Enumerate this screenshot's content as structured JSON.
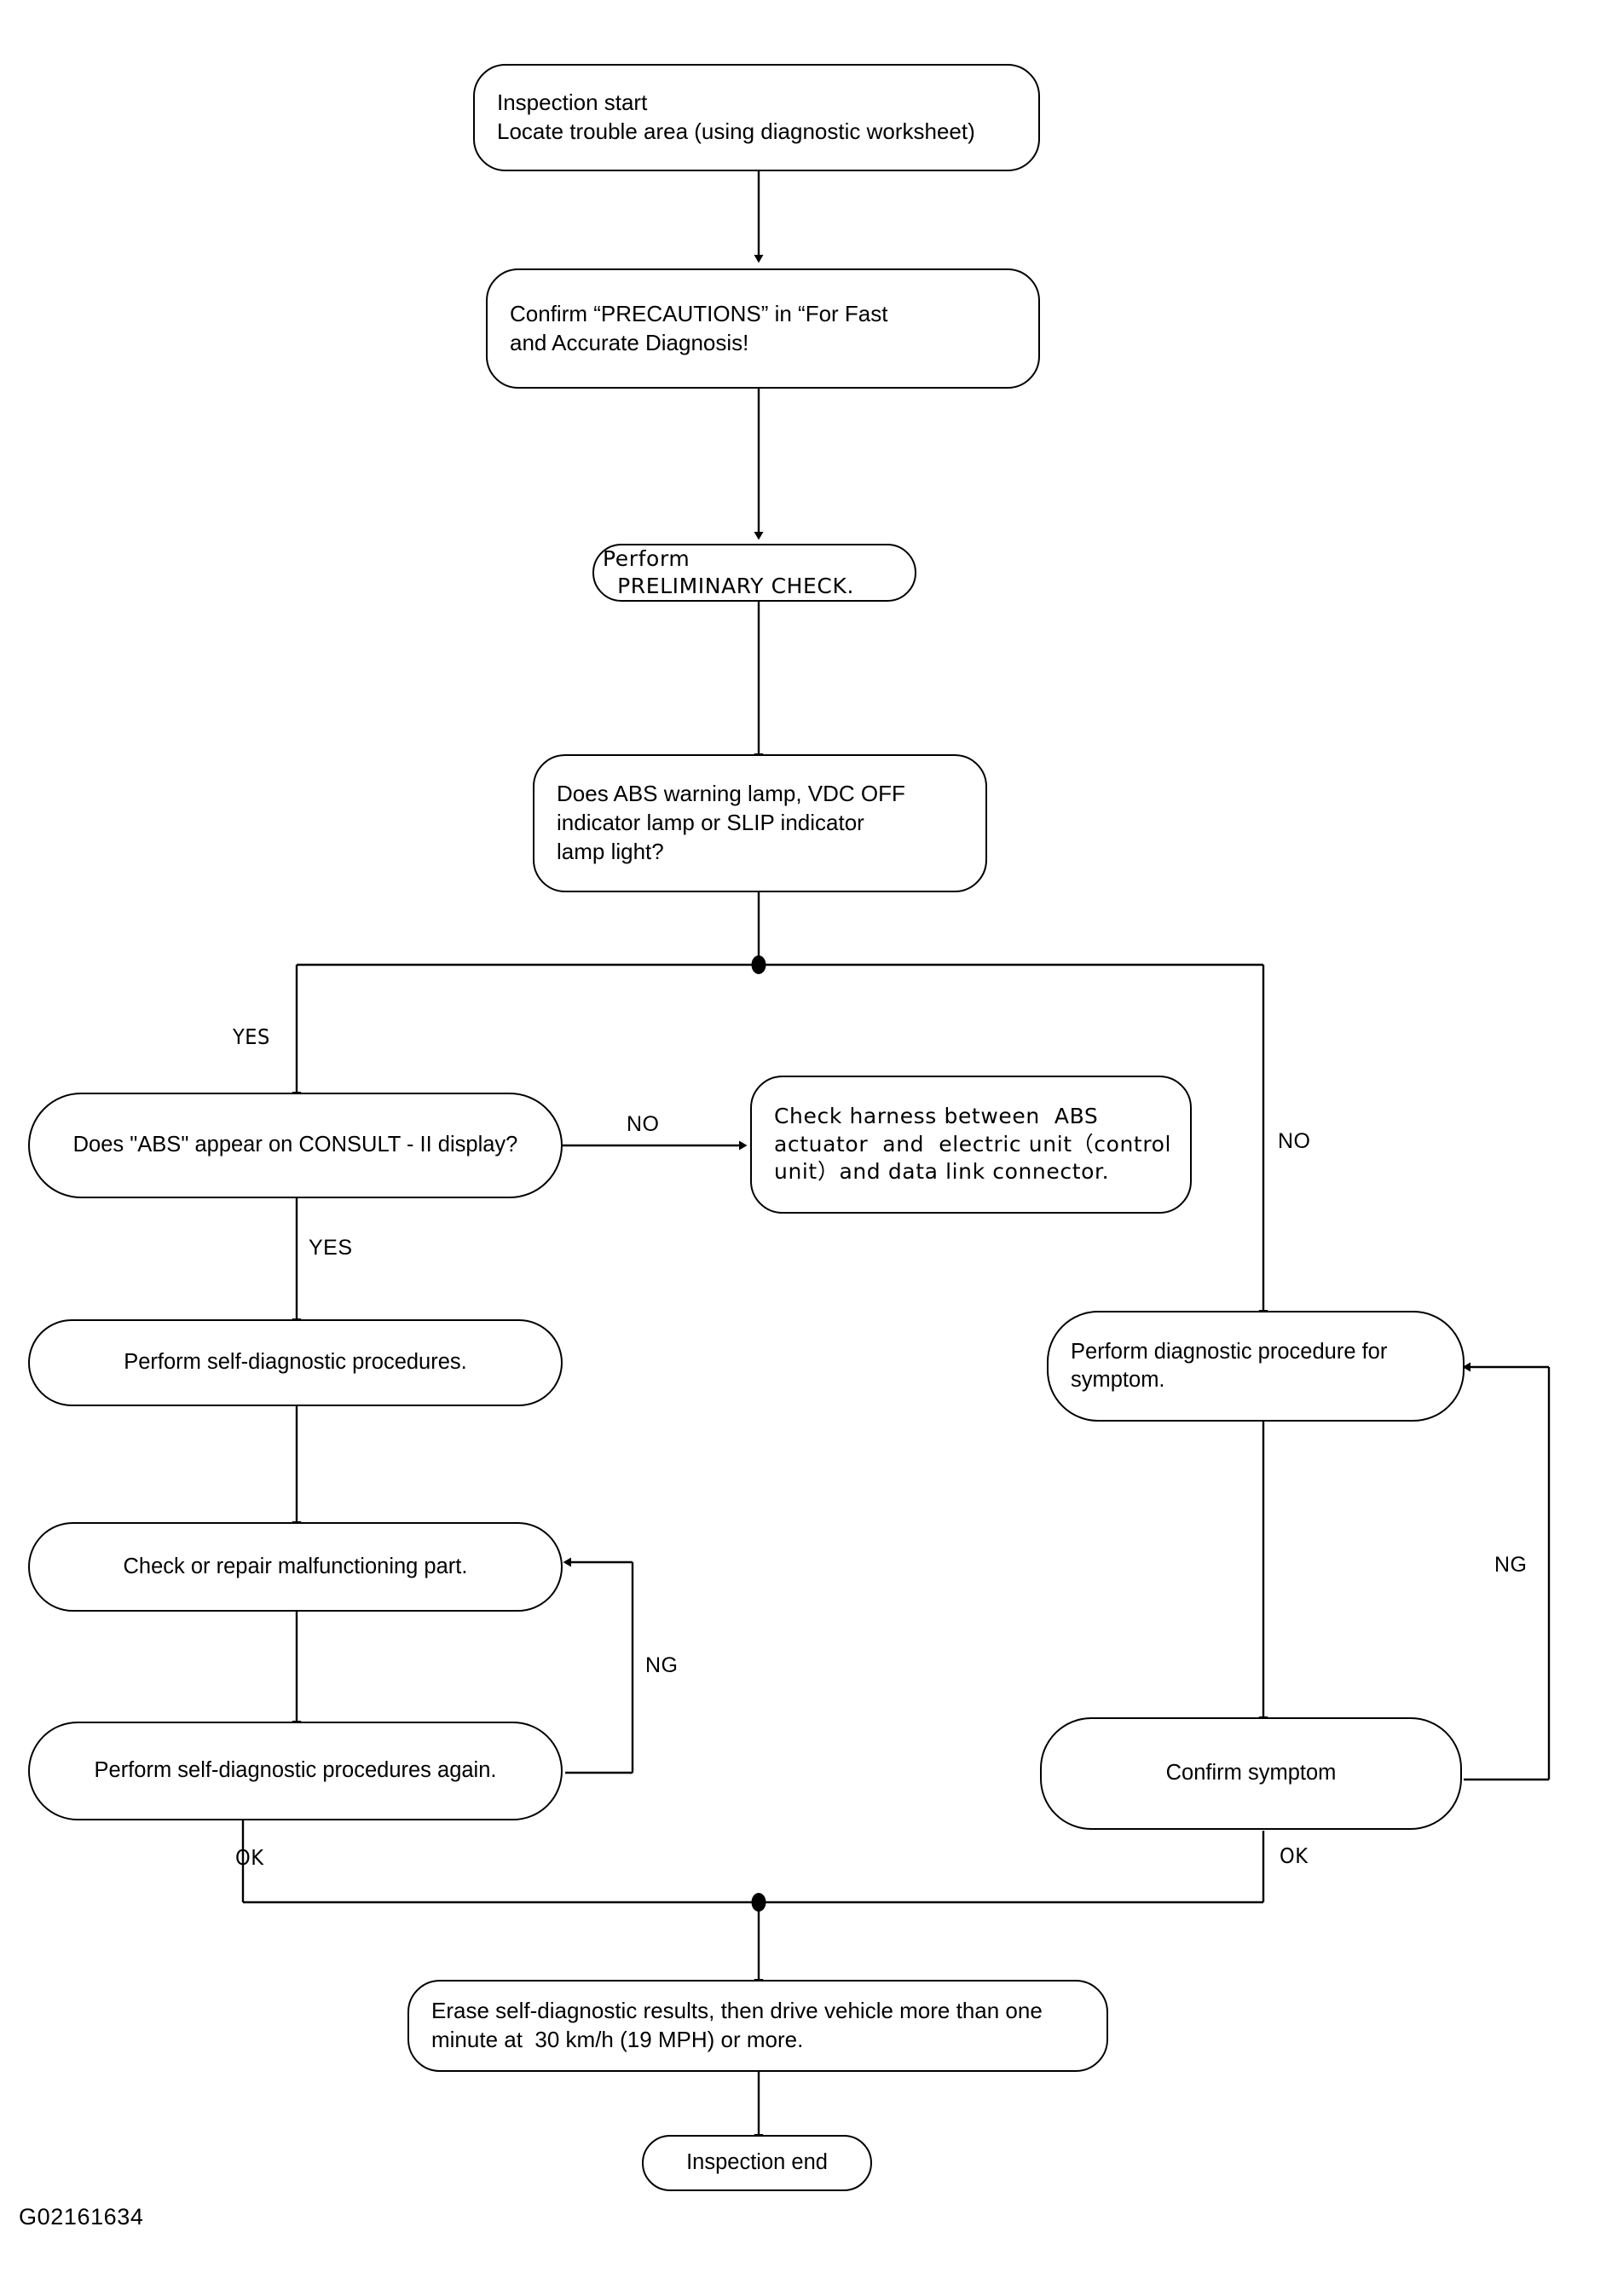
{
  "figure": {
    "id": "G02161634",
    "title": "ABS / VDC trouble diagnosis work flow",
    "background_color": "#ffffff",
    "line_color": "#000000"
  },
  "nodes": [
    {
      "key": "inspection-start",
      "name": "inspection-start-node",
      "lines": [
        "Inspection start",
        "Locate trouble area (using diagnostic worksheet)"
      ]
    },
    {
      "key": "confirm-precautions",
      "name": "confirm-precautions-node",
      "lines": [
        "Confirm “PRECAUTIONS” in “For Fast",
        "and Accurate Diagnosis!"
      ]
    },
    {
      "key": "preliminary-check",
      "name": "perform-preliminary-check-node",
      "lines": [
        "Perform",
        "  PRELIMINARY CHECK."
      ]
    },
    {
      "key": "lamp-question",
      "name": "warning-lamp-question-node",
      "lines": [
        "Does ABS warning lamp, VDC OFF",
        "indicator lamp or SLIP indicator",
        "lamp light?"
      ]
    },
    {
      "key": "consult-question",
      "name": "consult-display-question-node",
      "lines": [
        "Does \"ABS\" appear on CONSULT - II display?"
      ]
    },
    {
      "key": "check-harness",
      "name": "check-harness-node",
      "lines": [
        "Check harness between  ABS",
        "actuator  and  electric unit（control",
        "unit）and data link connector."
      ]
    },
    {
      "key": "self-diagnostic",
      "name": "perform-self-diagnostic-node",
      "lines": [
        "Perform self-diagnostic procedures."
      ]
    },
    {
      "key": "check-repair",
      "name": "check-or-repair-node",
      "lines": [
        "Check or repair malfunctioning part."
      ]
    },
    {
      "key": "self-diagnostic-again",
      "name": "perform-self-diagnostic-again-node",
      "lines": [
        "Perform self-diagnostic procedures again."
      ]
    },
    {
      "key": "diagnostic-symptom",
      "name": "perform-diagnostic-for-symptom-node",
      "lines": [
        "Perform diagnostic procedure for",
        "symptom."
      ]
    },
    {
      "key": "confirm-symptom",
      "name": "confirm-symptom-node",
      "lines": [
        "Confirm symptom"
      ]
    },
    {
      "key": "erase-results",
      "name": "erase-self-diagnostic-results-node",
      "lines": [
        "Erase self-diagnostic results, then drive vehicle more than one",
        "minute at  30 km/h (19 MPH) or more."
      ]
    },
    {
      "key": "inspection-end",
      "name": "inspection-end-node",
      "lines": [
        "Inspection end"
      ]
    }
  ],
  "edge_labels": [
    {
      "key": "yes-left",
      "name": "edge-label-yes-left",
      "text": "YES"
    },
    {
      "key": "no-right",
      "name": "edge-label-no-right",
      "text": "NO"
    },
    {
      "key": "no-harness",
      "name": "edge-label-no-harness",
      "text": "NO"
    },
    {
      "key": "yes-consult",
      "name": "edge-label-yes-consult",
      "text": "YES"
    },
    {
      "key": "ng-left",
      "name": "edge-label-ng-left",
      "text": "NG"
    },
    {
      "key": "ng-right",
      "name": "edge-label-ng-right",
      "text": "NG"
    },
    {
      "key": "ok-left",
      "name": "edge-label-ok-left",
      "text": "OK"
    },
    {
      "key": "ok-right",
      "name": "edge-label-ok-right",
      "text": "OK"
    }
  ]
}
